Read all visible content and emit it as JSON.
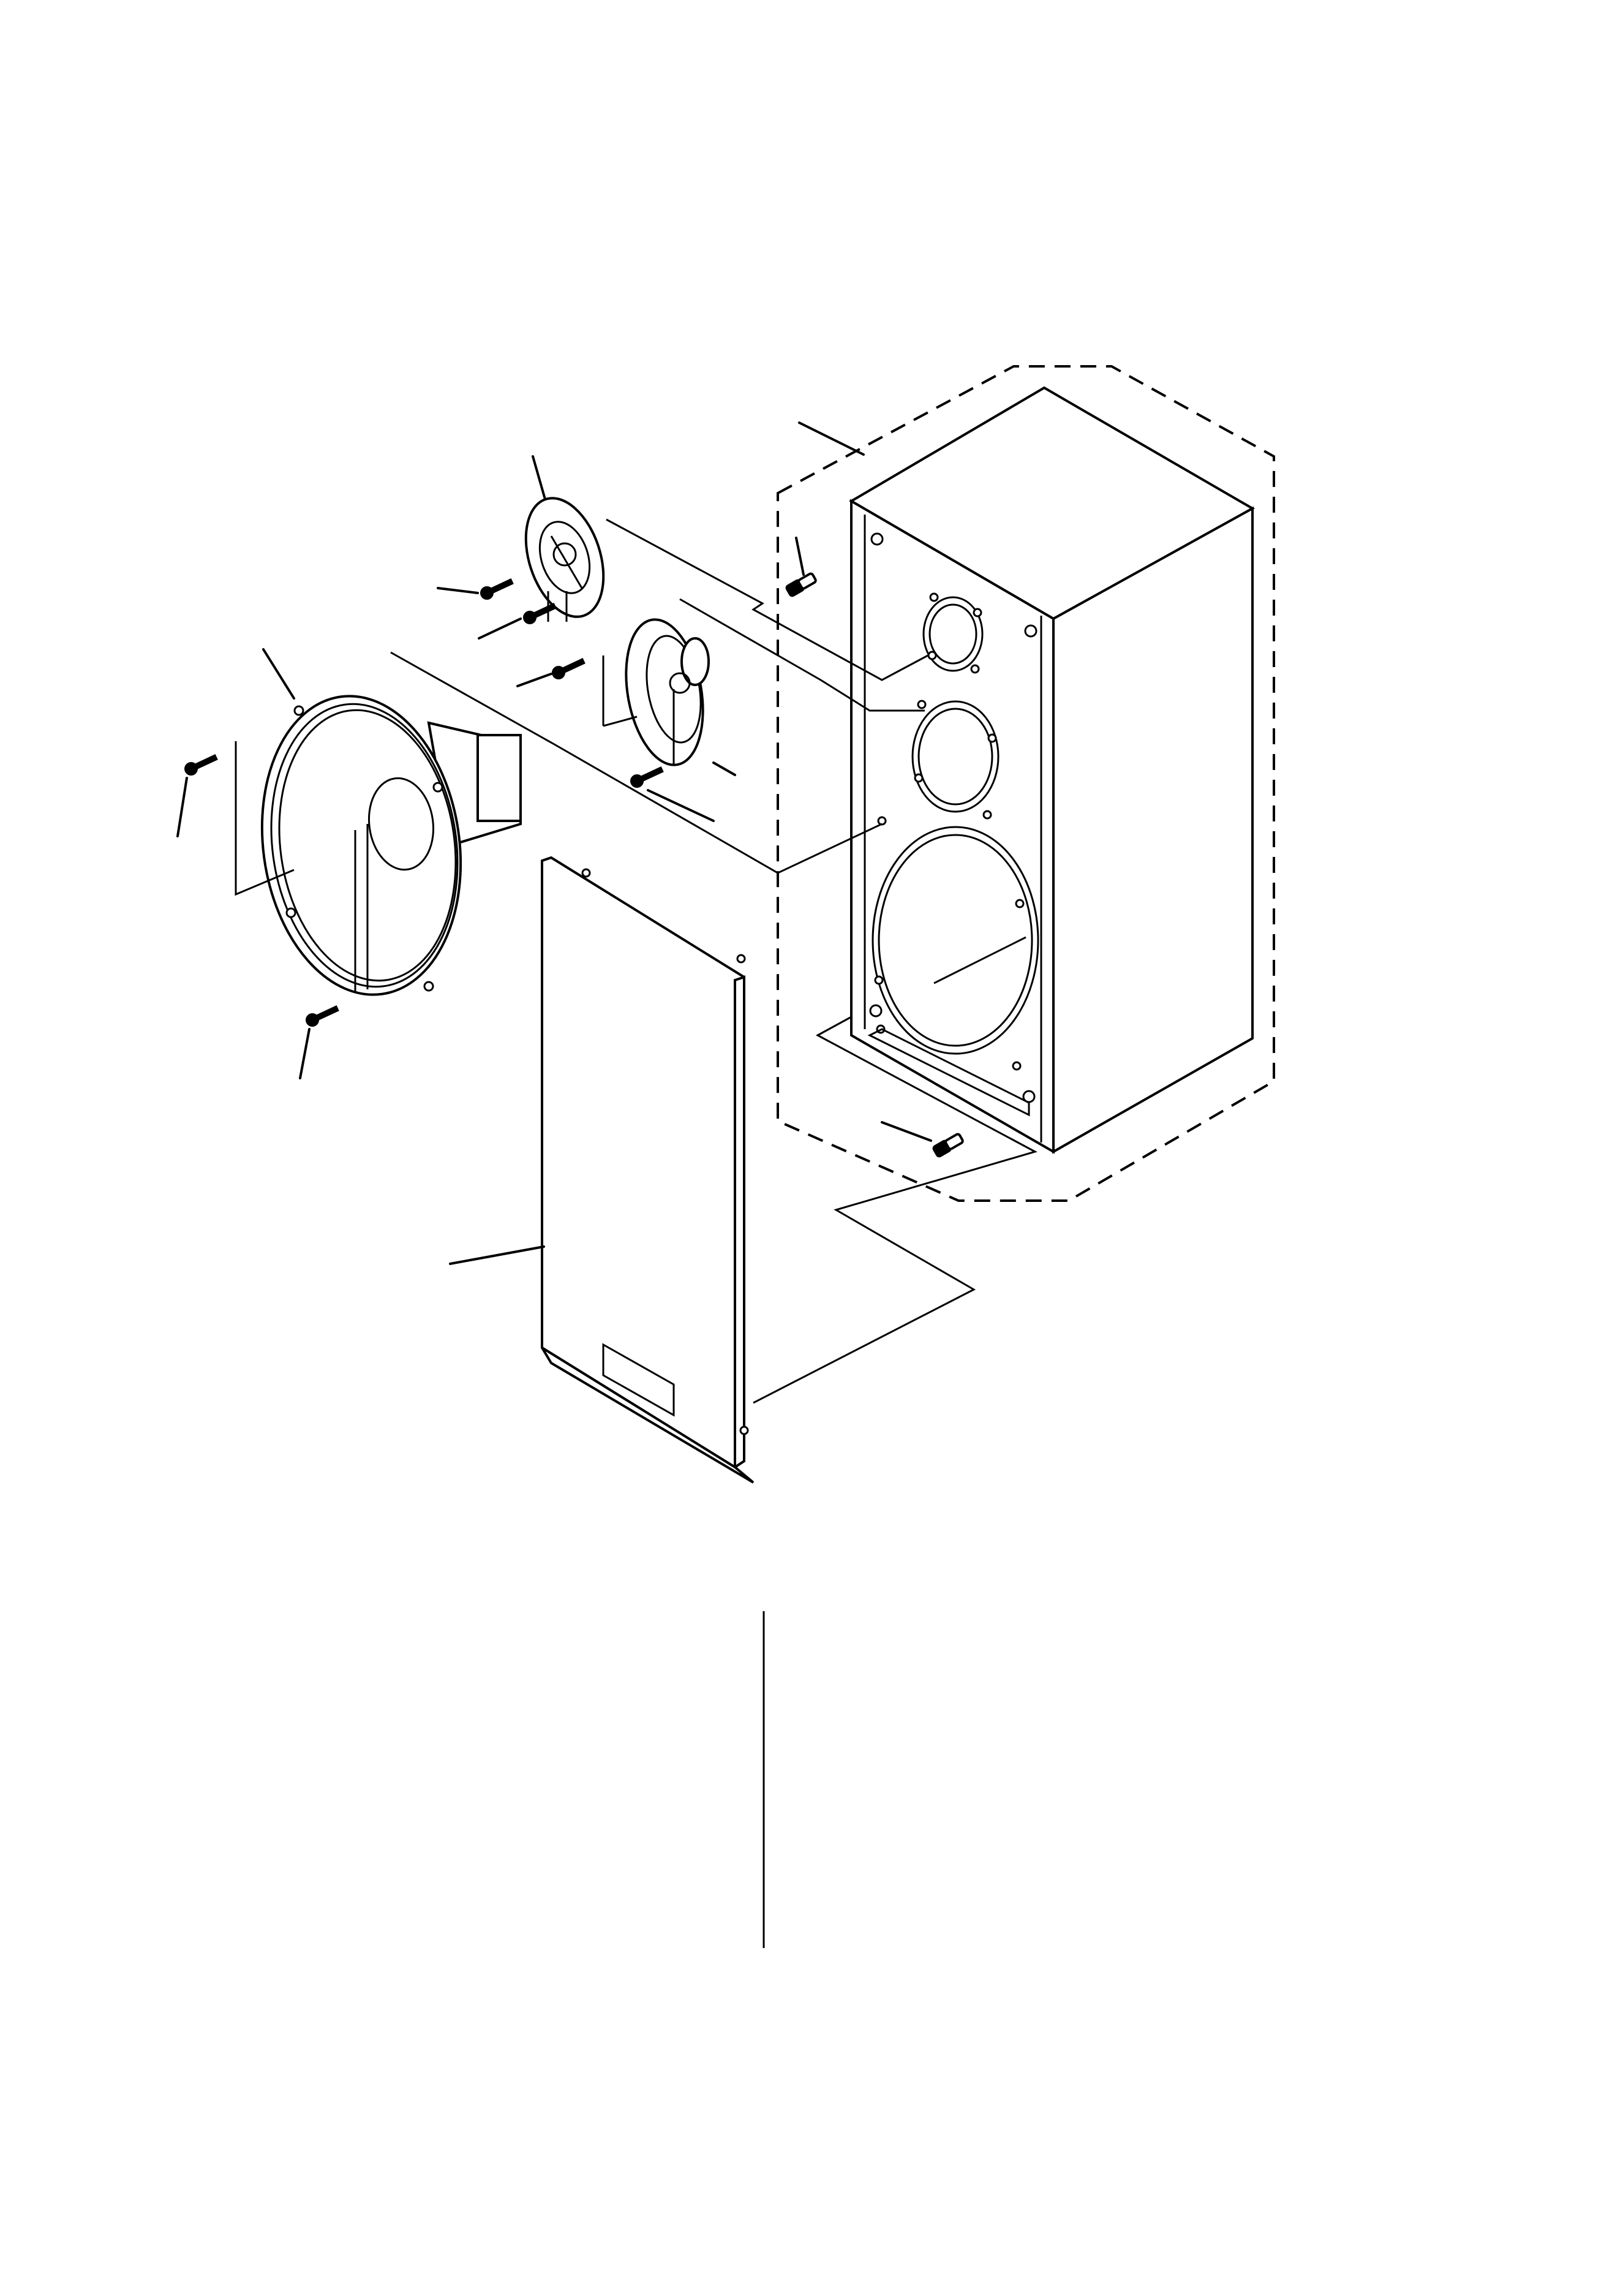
{
  "diagram": {
    "type": "exploded-view",
    "labels": [],
    "parts": [
      {
        "id": "cabinet",
        "icon": "speaker-cabinet-icon"
      },
      {
        "id": "tweeter",
        "icon": "tweeter-icon"
      },
      {
        "id": "midrange",
        "icon": "midrange-driver-icon"
      },
      {
        "id": "woofer",
        "icon": "woofer-icon"
      },
      {
        "id": "front-grille",
        "icon": "grille-panel-icon"
      },
      {
        "id": "screws",
        "icon": "screw-icon"
      },
      {
        "id": "grille-holders",
        "icon": "grille-holder-icon"
      }
    ],
    "colors": {
      "ink": "#000000",
      "paper": "#ffffff"
    }
  }
}
